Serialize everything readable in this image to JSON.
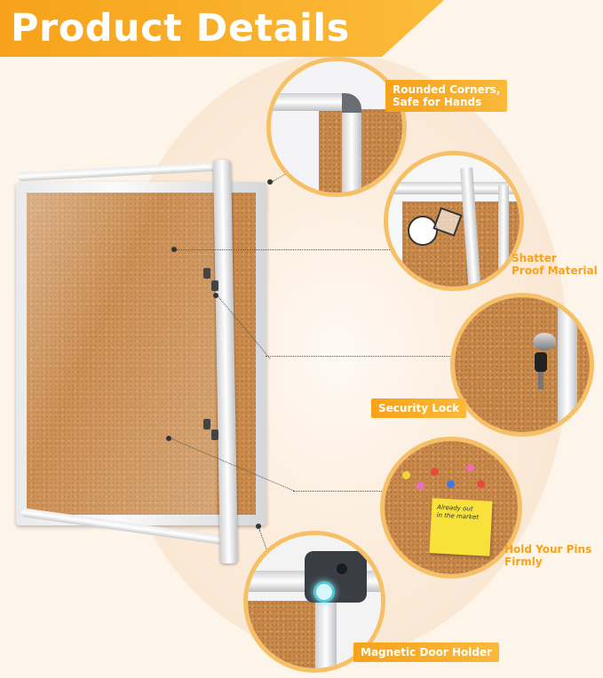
{
  "header": {
    "title": "Product Details"
  },
  "features": [
    {
      "label_line1": "Rounded Corners,",
      "label_line2": "Safe for Hands"
    },
    {
      "label_line1": "Shatter",
      "label_line2": "Proof Material"
    },
    {
      "label": "Security Lock"
    },
    {
      "label_line1": "Hold Your Pins",
      "label_line2": "Firmly"
    },
    {
      "label": "Magnetic Door Holder"
    }
  ],
  "note": {
    "text_line1": "Already out",
    "text_line2": "in the market"
  },
  "colors": {
    "accent": "#f7a21a",
    "cork": "#c98a4c",
    "frame": "#e9eaec"
  }
}
